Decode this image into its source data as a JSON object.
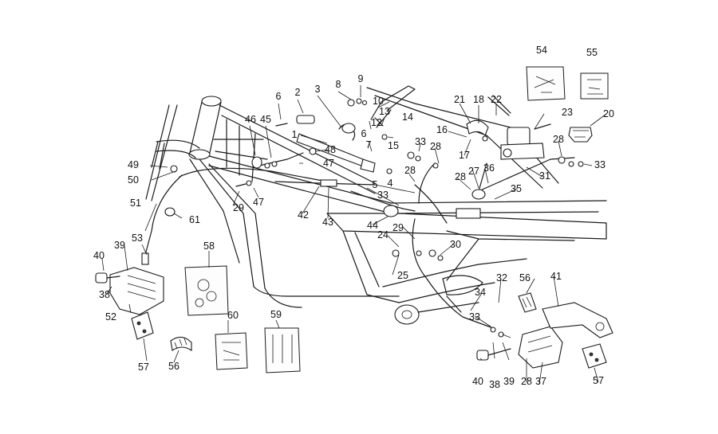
{
  "diagram": {
    "labels": [
      {
        "id": "l1",
        "text": "1"
      },
      {
        "id": "l2",
        "text": "2"
      },
      {
        "id": "l3",
        "text": "3"
      },
      {
        "id": "l4",
        "text": "4"
      },
      {
        "id": "l5",
        "text": "5"
      },
      {
        "id": "l6a",
        "text": "6"
      },
      {
        "id": "l6b",
        "text": "6"
      },
      {
        "id": "l7",
        "text": "7"
      },
      {
        "id": "l8",
        "text": "8"
      },
      {
        "id": "l9",
        "text": "9"
      },
      {
        "id": "l10",
        "text": "10"
      },
      {
        "id": "l12",
        "text": "12"
      },
      {
        "id": "l13",
        "text": "13"
      },
      {
        "id": "l14",
        "text": "14"
      },
      {
        "id": "l15",
        "text": "15"
      },
      {
        "id": "l16",
        "text": "16"
      },
      {
        "id": "l17",
        "text": "17"
      },
      {
        "id": "l18",
        "text": "18"
      },
      {
        "id": "l20",
        "text": "20"
      },
      {
        "id": "l21",
        "text": "21"
      },
      {
        "id": "l22",
        "text": "22"
      },
      {
        "id": "l23",
        "text": "23"
      },
      {
        "id": "l24",
        "text": "24"
      },
      {
        "id": "l25",
        "text": "25"
      },
      {
        "id": "l27",
        "text": "27"
      },
      {
        "id": "l28a",
        "text": "28"
      },
      {
        "id": "l28b",
        "text": "28"
      },
      {
        "id": "l28c",
        "text": "28"
      },
      {
        "id": "l28d",
        "text": "28"
      },
      {
        "id": "l28e",
        "text": "28"
      },
      {
        "id": "l29a",
        "text": "29"
      },
      {
        "id": "l29b",
        "text": "29"
      },
      {
        "id": "l30",
        "text": "30"
      },
      {
        "id": "l31",
        "text": "31"
      },
      {
        "id": "l32",
        "text": "32"
      },
      {
        "id": "l33a",
        "text": "33"
      },
      {
        "id": "l33b",
        "text": "33"
      },
      {
        "id": "l33c",
        "text": "33"
      },
      {
        "id": "l33d",
        "text": "33"
      },
      {
        "id": "l34",
        "text": "34"
      },
      {
        "id": "l35",
        "text": "35"
      },
      {
        "id": "l36",
        "text": "36"
      },
      {
        "id": "l37",
        "text": "37"
      },
      {
        "id": "l38a",
        "text": "38"
      },
      {
        "id": "l38b",
        "text": "38"
      },
      {
        "id": "l39a",
        "text": "39"
      },
      {
        "id": "l39b",
        "text": "39"
      },
      {
        "id": "l40a",
        "text": "40"
      },
      {
        "id": "l40b",
        "text": "40"
      },
      {
        "id": "l41",
        "text": "41"
      },
      {
        "id": "l42",
        "text": "42"
      },
      {
        "id": "l43",
        "text": "43"
      },
      {
        "id": "l44",
        "text": "44"
      },
      {
        "id": "l45",
        "text": "45"
      },
      {
        "id": "l46",
        "text": "46"
      },
      {
        "id": "l47a",
        "text": "47"
      },
      {
        "id": "l47b",
        "text": "47"
      },
      {
        "id": "l48",
        "text": "48"
      },
      {
        "id": "l49",
        "text": "49"
      },
      {
        "id": "l50",
        "text": "50"
      },
      {
        "id": "l51",
        "text": "51"
      },
      {
        "id": "l52",
        "text": "52"
      },
      {
        "id": "l53",
        "text": "53"
      },
      {
        "id": "l54",
        "text": "54"
      },
      {
        "id": "l55",
        "text": "55"
      },
      {
        "id": "l56a",
        "text": "56"
      },
      {
        "id": "l56b",
        "text": "56"
      },
      {
        "id": "l57a",
        "text": "57"
      },
      {
        "id": "l57b",
        "text": "57"
      },
      {
        "id": "l58",
        "text": "58"
      },
      {
        "id": "l59",
        "text": "59"
      },
      {
        "id": "l60",
        "text": "60"
      },
      {
        "id": "l61",
        "text": "61"
      }
    ]
  }
}
